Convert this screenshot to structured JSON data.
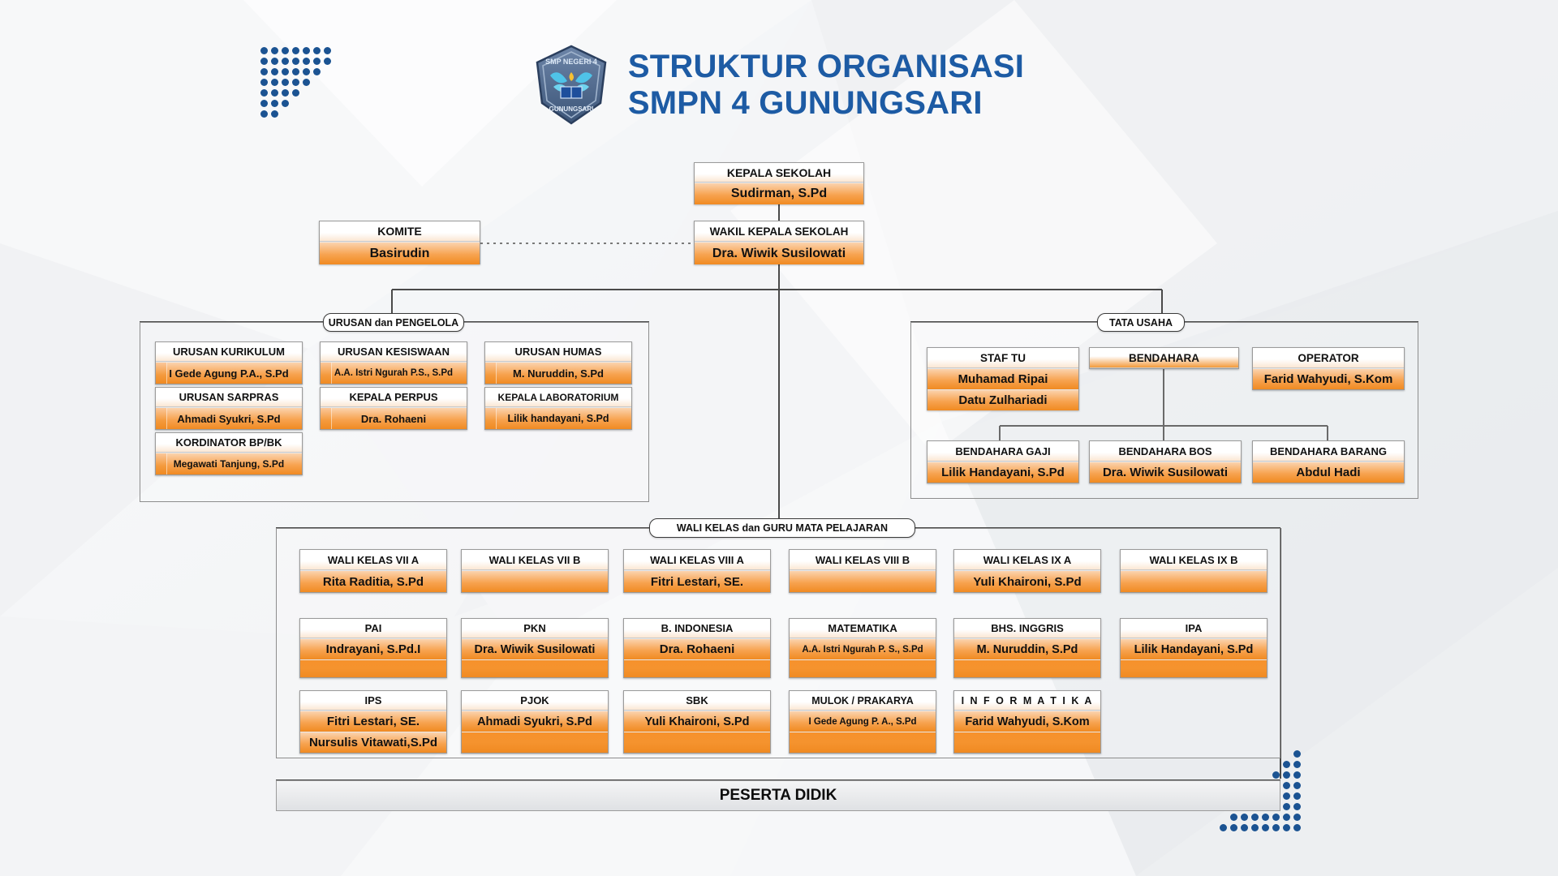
{
  "header": {
    "title_line1": "STRUKTUR ORGANISASI",
    "title_line2": "SMPN 4 GUNUNGSARI",
    "logo_top_text": "SMP NEGERI 4",
    "logo_bottom_text": "GUNUNGSARI",
    "logo_number": "4"
  },
  "colors": {
    "title_blue": "#1d5ba4",
    "dot_blue": "#1b5392",
    "accent_orange": "#f08a22",
    "name_orange_light": "#fbd3ae",
    "box_border": "#9a9a9a"
  },
  "top": {
    "kepala": {
      "title": "KEPALA SEKOLAH",
      "name": "Sudirman, S.Pd"
    },
    "wakil": {
      "title": "WAKIL KEPALA SEKOLAH",
      "name": "Dra. Wiwik Susilowati"
    },
    "komite": {
      "title": "KOMITE",
      "name": "Basirudin"
    }
  },
  "urusan": {
    "group_label": "URUSAN dan PENGELOLA",
    "items": [
      {
        "title": "URUSAN KURIKULUM",
        "name": "I Gede Agung P.A., S.Pd"
      },
      {
        "title": "URUSAN KESISWAAN",
        "name": "A.A. Istri Ngurah P.S., S.Pd"
      },
      {
        "title": "URUSAN HUMAS",
        "name": "M. Nuruddin, S.Pd"
      },
      {
        "title": "URUSAN SARPRAS",
        "name": "Ahmadi Syukri, S.Pd"
      },
      {
        "title": "KEPALA PERPUS",
        "name": "Dra. Rohaeni"
      },
      {
        "title": "KEPALA LABORATORIUM",
        "name": "Lilik handayani, S.Pd"
      },
      {
        "title": "KORDINATOR BP/BK",
        "name": "Megawati Tanjung, S.Pd"
      }
    ]
  },
  "tata_usaha": {
    "group_label": "TATA USAHA",
    "staf": {
      "title": "STAF TU",
      "name1": "Muhamad Ripai",
      "name2": "Datu Zulhariadi"
    },
    "bendahara": {
      "title": "BENDAHARA",
      "name": ""
    },
    "operator": {
      "title": "OPERATOR",
      "name": "Farid Wahyudi, S.Kom"
    },
    "bendahara_items": [
      {
        "title": "BENDAHARA GAJI",
        "name": "Lilik Handayani, S.Pd"
      },
      {
        "title": "BENDAHARA BOS",
        "name": "Dra. Wiwik Susilowati"
      },
      {
        "title": "BENDAHARA BARANG",
        "name": "Abdul Hadi"
      }
    ]
  },
  "wali_kelas": {
    "group_label": "WALI KELAS dan GURU MATA PELAJARAN",
    "row1": [
      {
        "title": "WALI KELAS VII A",
        "name": "Rita Raditia, S.Pd"
      },
      {
        "title": "WALI KELAS VII B",
        "name": ""
      },
      {
        "title": "WALI KELAS VIII A",
        "name": "Fitri Lestari, SE."
      },
      {
        "title": "WALI KELAS VIII B",
        "name": ""
      },
      {
        "title": "WALI KELAS IX A",
        "name": "Yuli Khaironi, S.Pd"
      },
      {
        "title": "WALI KELAS IX B",
        "name": ""
      }
    ],
    "row2": [
      {
        "title": "PAI",
        "name": "Indrayani, S.Pd.I"
      },
      {
        "title": "PKN",
        "name": "Dra. Wiwik Susilowati"
      },
      {
        "title": "B. INDONESIA",
        "name": "Dra. Rohaeni"
      },
      {
        "title": "MATEMATIKA",
        "name": "A.A. Istri Ngurah P. S., S.Pd"
      },
      {
        "title": "BHS. INGGRIS",
        "name": "M. Nuruddin, S.Pd"
      },
      {
        "title": "IPA",
        "name": "Lilik Handayani, S.Pd"
      }
    ],
    "row3": [
      {
        "title": "IPS",
        "name": "Fitri Lestari, SE.",
        "name2": "Nursulis Vitawati,S.Pd"
      },
      {
        "title": "PJOK",
        "name": "Ahmadi Syukri, S.Pd",
        "name2": ""
      },
      {
        "title": "SBK",
        "name": "Yuli Khaironi, S.Pd",
        "name2": ""
      },
      {
        "title": "MULOK / PRAKARYA",
        "name": "I Gede Agung P. A., S.Pd",
        "name2": ""
      },
      {
        "title": "I N F O R M A T I K A",
        "name": "Farid Wahyudi, S.Kom",
        "name2": ""
      }
    ]
  },
  "bottom": {
    "peserta_didik": "PESERTA DIDIK"
  }
}
